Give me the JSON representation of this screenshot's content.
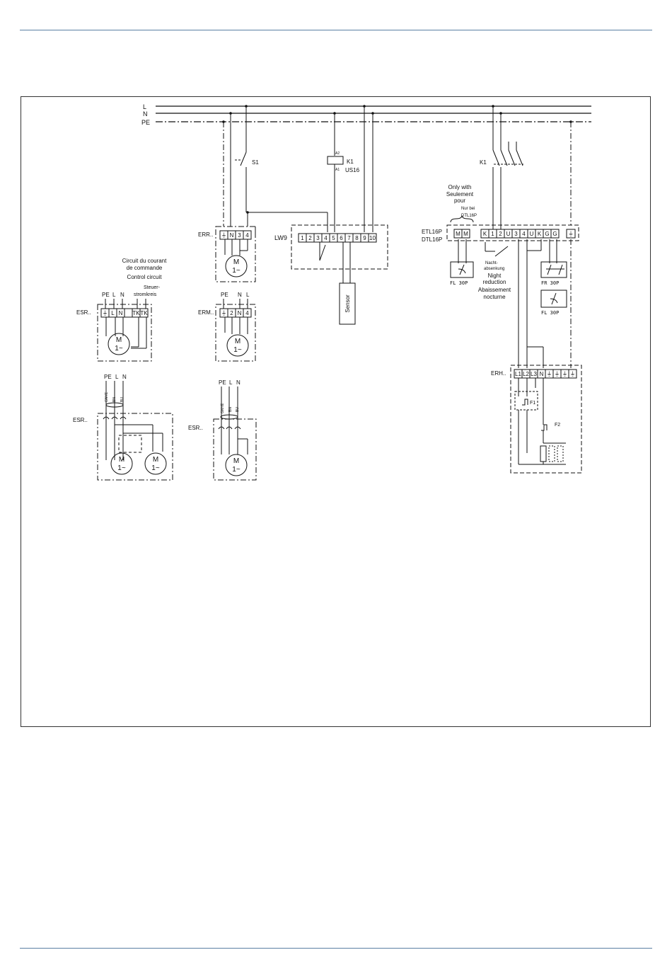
{
  "bus": {
    "l": "L",
    "n": "N",
    "pe": "PE"
  },
  "s1": "S1",
  "k1_relay": {
    "name": "K1",
    "model": "US16",
    "a1": "A1",
    "a2": "A2"
  },
  "k1_contactor": "K1",
  "err": {
    "label": "ERR..",
    "terminals": [
      "⏚",
      "N",
      "3",
      "4"
    ]
  },
  "lw9": {
    "label": "LW9",
    "terminals": [
      "1",
      "2",
      "3",
      "4",
      "5",
      "6",
      "7",
      "8",
      "9",
      "10"
    ]
  },
  "sensor": "Sensor",
  "control_circuit": {
    "fr": "Circuit du courant",
    "fr2": "de commande",
    "en": "Control circuit",
    "de": "Steuer-",
    "de2": "stromkreis"
  },
  "esr1": {
    "label": "ESR..",
    "top": [
      "PE",
      "L",
      "N"
    ],
    "terminals": [
      "⏚",
      "L",
      "N",
      "",
      "TK",
      "TK"
    ]
  },
  "erm": {
    "label": "ERM..",
    "top": [
      "PE",
      "N",
      "L"
    ],
    "terminals": [
      "⏚",
      "2",
      "N",
      "4"
    ]
  },
  "esr2": {
    "label": "ESR..",
    "top": [
      "PE",
      "L",
      "N"
    ],
    "wires": [
      "GNYE",
      "BN",
      "BU"
    ]
  },
  "esr3": {
    "label": "ESR..",
    "top": [
      "PE",
      "L",
      "N"
    ],
    "wires": [
      "GNYE",
      "BN",
      "BU"
    ]
  },
  "motor": {
    "m": "M",
    "phase": "1~"
  },
  "only_with": {
    "en": "Only with",
    "fr": "Seulement",
    "fr2": "pour",
    "de": "Nur bei",
    "model": "DTL16P"
  },
  "etl": {
    "label1": "ETL16P",
    "label2": "DTL16P",
    "terminals_m": [
      "M",
      "M"
    ],
    "terminals": [
      "K",
      "1",
      "2",
      "U",
      "3",
      "4",
      "U",
      "K",
      "G",
      "G"
    ],
    "pe": "⏚"
  },
  "fl1": "FL  30P",
  "fr": "FR  30P",
  "fl2": "FL  30P",
  "night": {
    "de": "Nacht-",
    "de2": "absenkung",
    "en": "Night",
    "en2": "reduction",
    "fr": "Abaissement",
    "fr2": "nocturne"
  },
  "erh": {
    "label": "ERH..",
    "terminals": [
      "L1",
      "L2",
      "L3",
      "N",
      "⏚",
      "⏚",
      "⏚",
      "⏚"
    ]
  },
  "f1": "F1",
  "f2": "F2"
}
